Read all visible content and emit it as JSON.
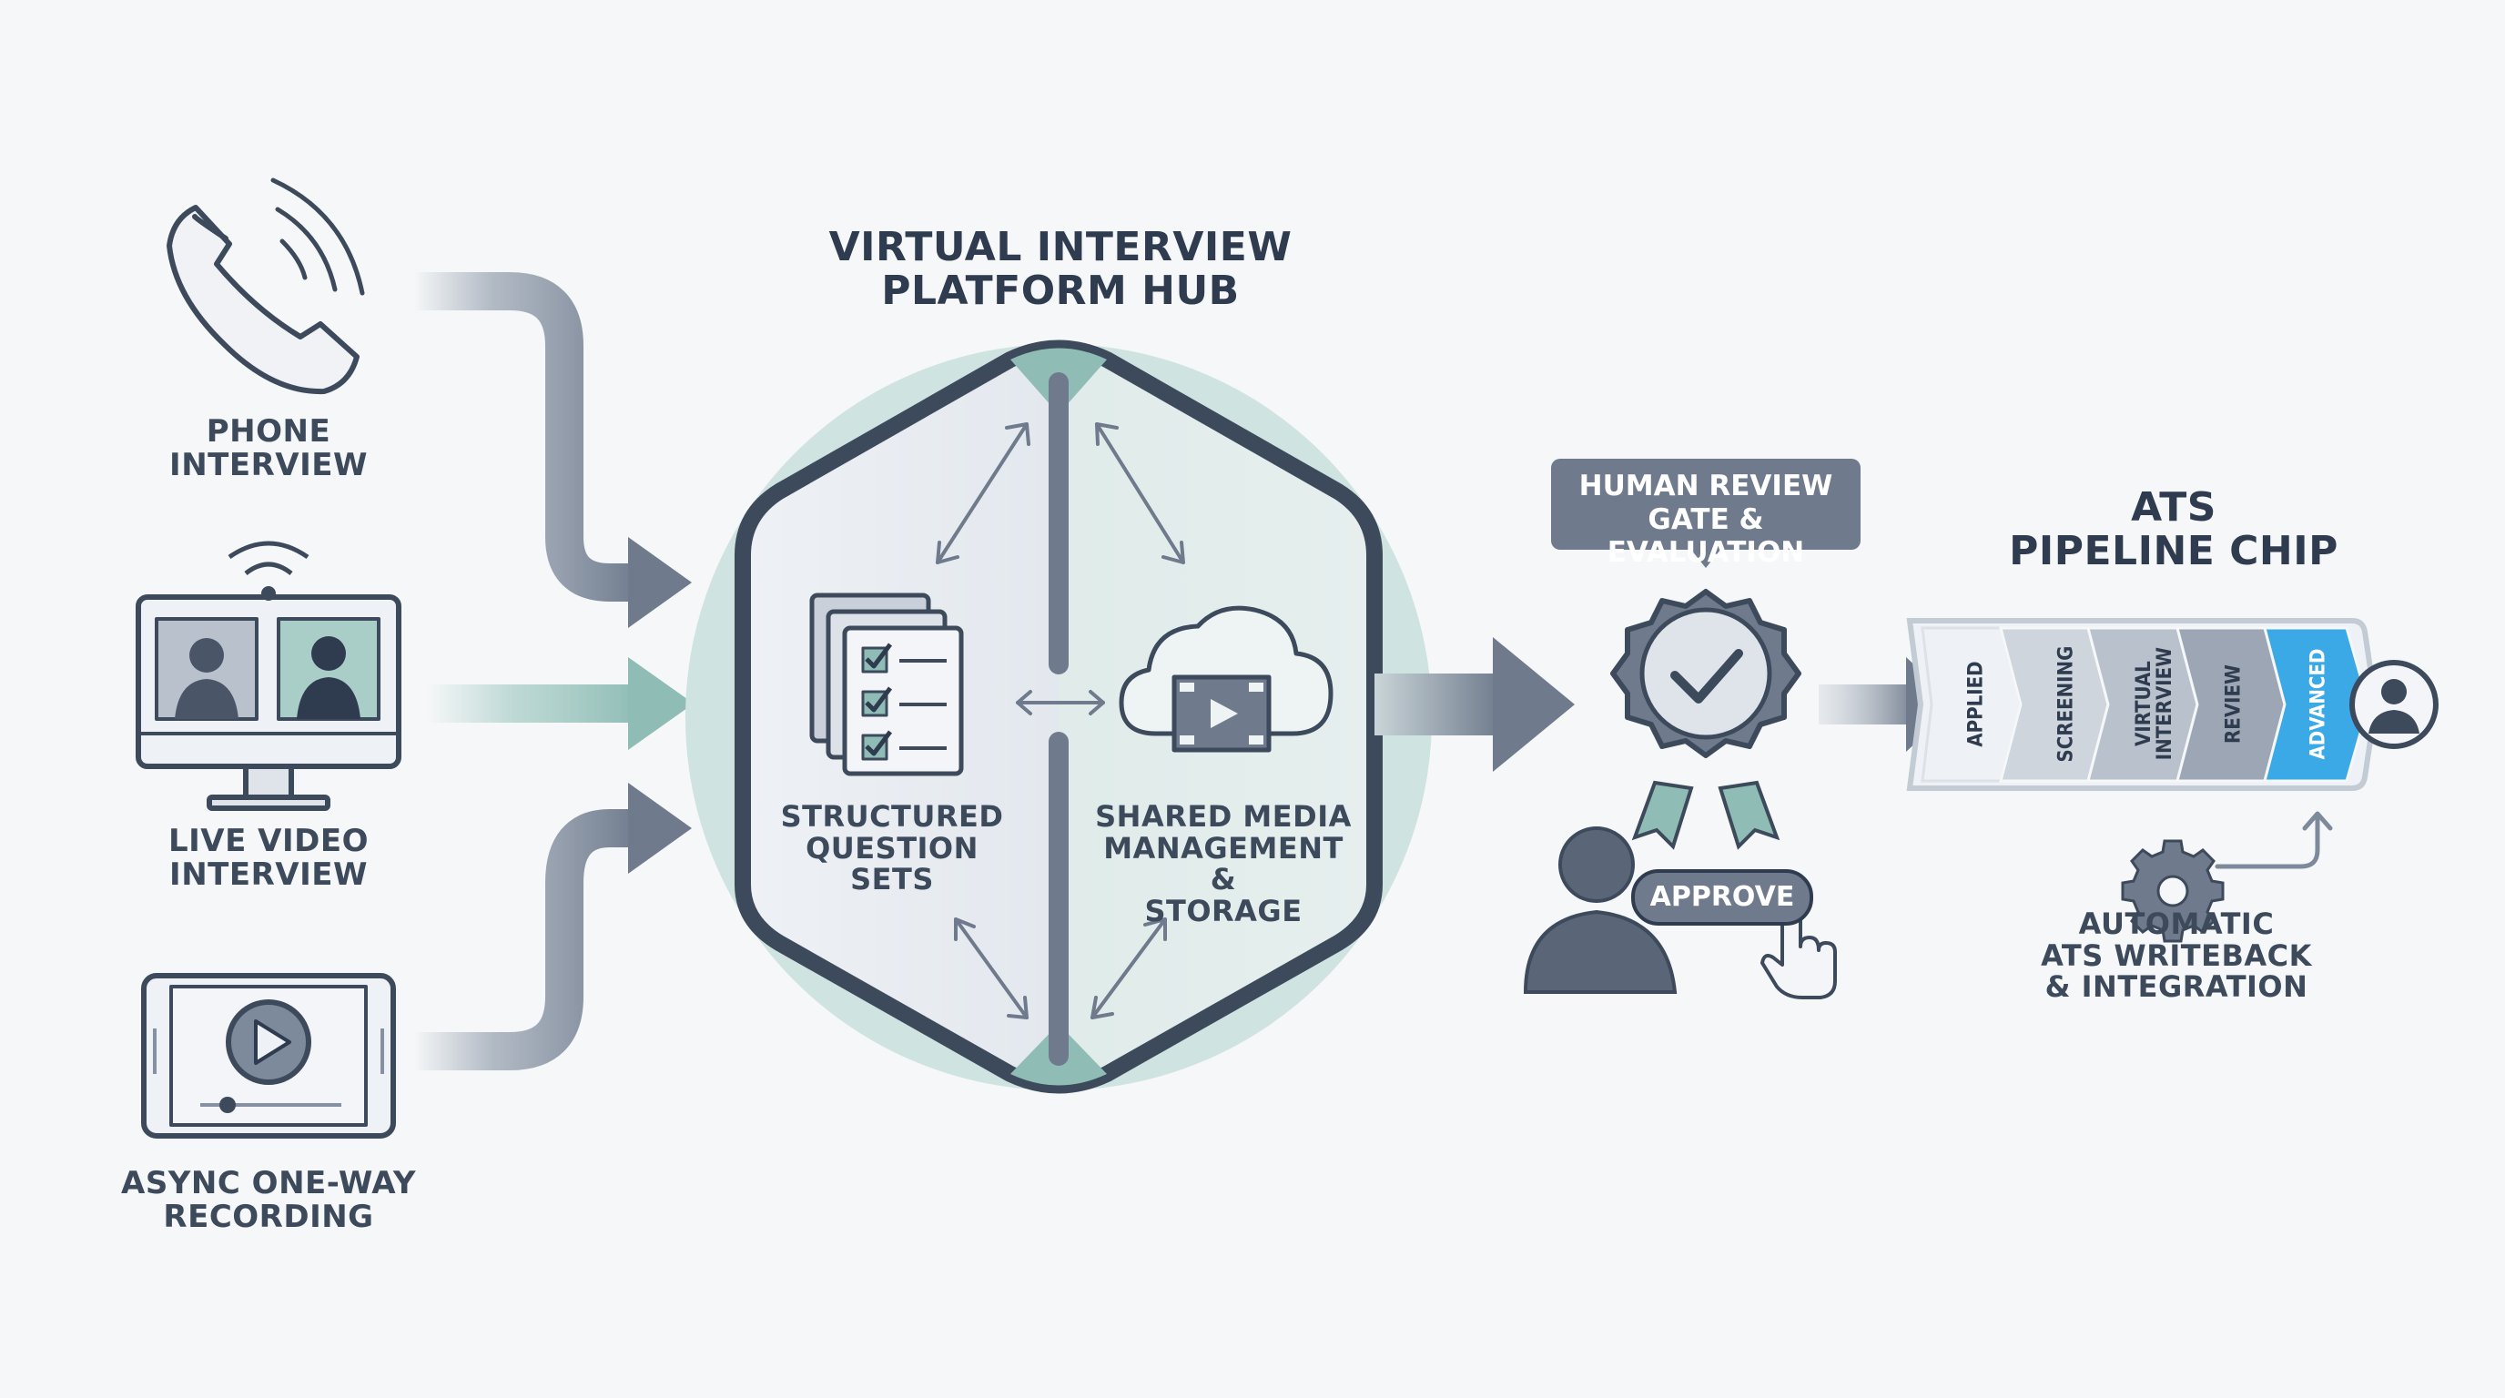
{
  "sources": {
    "phone": {
      "line1": "PHONE",
      "line2": "INTERVIEW"
    },
    "live": {
      "line1": "LIVE VIDEO",
      "line2": "INTERVIEW"
    },
    "async": {
      "line1": "ASYNC ONE-WAY",
      "line2": "RECORDING"
    }
  },
  "hub": {
    "title_line1": "VIRTUAL INTERVIEW",
    "title_line2": "PLATFORM HUB",
    "left": {
      "line1": "STRUCTURED",
      "line2": "QUESTION",
      "line3": "SETS"
    },
    "right": {
      "line1": "SHARED MEDIA",
      "line2": "MANAGEMENT &",
      "line3": "STORAGE"
    }
  },
  "review": {
    "line1": "HUMAN REVIEW",
    "line2": "GATE & EVALUATION",
    "approve": "APPROVE"
  },
  "ats": {
    "title_line1": "ATS",
    "title_line2": "PIPELINE CHIP",
    "stages": [
      "APPLIED",
      "SCREENING",
      "VIRTUAL",
      "INTERVIEW",
      "REVIEW",
      "ADVANCED"
    ],
    "auto_line1": "AUTOMATIC",
    "auto_line2": "ATS WRITEBACK",
    "auto_line3": "& INTEGRATION"
  },
  "colors": {
    "dark": "#3d4a5c",
    "slate": "#6f7a8c",
    "teal": "#8fbcb5",
    "accent": "#3aa9e6"
  }
}
